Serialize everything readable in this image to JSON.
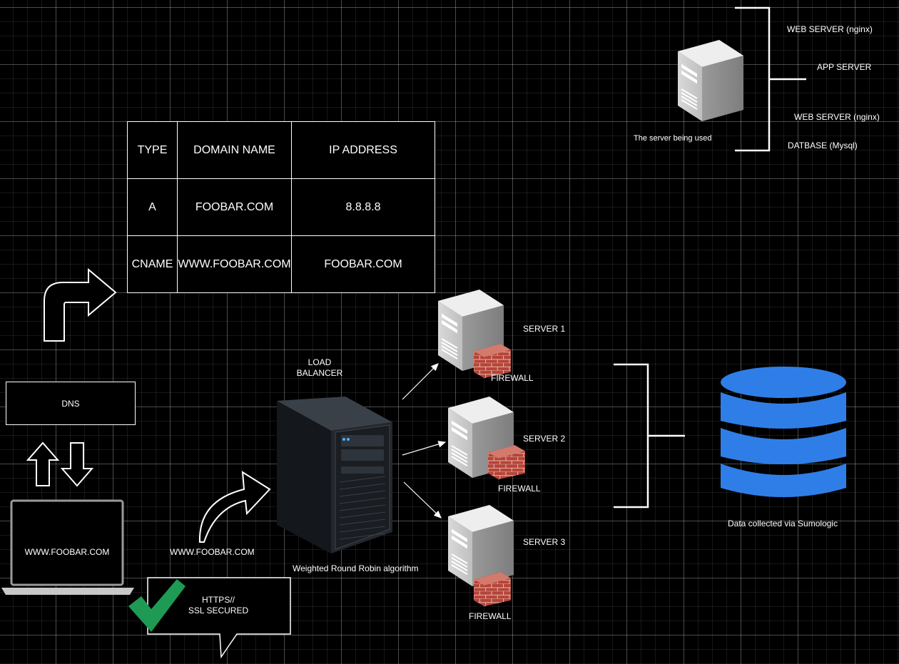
{
  "dns_table": {
    "headers": [
      "TYPE",
      "DOMAIN NAME",
      "IP ADDRESS"
    ],
    "rows": [
      [
        "A",
        "FOOBAR.COM",
        "8.8.8.8"
      ],
      [
        "CNAME",
        "WWW.FOOBAR.COM",
        "FOOBAR.COM"
      ]
    ]
  },
  "dns_box": {
    "label": "DNS"
  },
  "client": {
    "screen_label": "WWW.FOOBAR.COM",
    "request_label": "WWW.FOOBAR.COM"
  },
  "https_bubble": {
    "line1": "HTTPS//",
    "line2": "SSL SECURED"
  },
  "load_balancer": {
    "line1": "LOAD",
    "line2": "BALANCER",
    "algorithm": "Weighted Round Robin algorithm"
  },
  "servers": [
    {
      "name": "SERVER 1",
      "firewall": "FIREWALL"
    },
    {
      "name": "SERVER 2",
      "firewall": "FIREWALL"
    },
    {
      "name": "SERVER 3",
      "firewall": "FIREWALL"
    }
  ],
  "server_stack": {
    "caption": "The server being used",
    "components": [
      "WEB SERVER (nginx)",
      "APP SERVER",
      "WEB SERVER (nginx)",
      "DATBASE (Mysql)"
    ]
  },
  "database": {
    "caption": "Data collected via  Sumologic"
  },
  "colors": {
    "background": "#000000",
    "grid": "#ffffff",
    "database": "#2f7ee8",
    "check": "#1f9a55",
    "firewall": "#b5443a"
  }
}
